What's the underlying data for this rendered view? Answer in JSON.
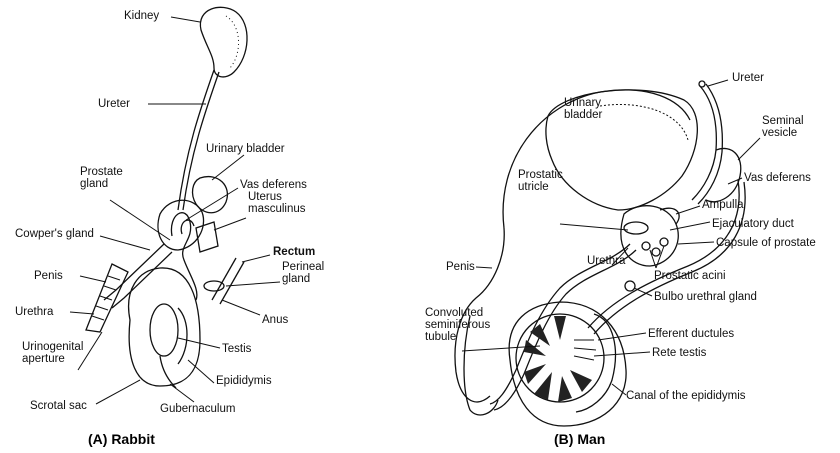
{
  "panel_a": {
    "caption": "(A)  Rabbit",
    "labels": {
      "kidney": "Kidney",
      "ureter": "Ureter",
      "urinary_bladder": "Urinary bladder",
      "prostate_gland": "Prostate\ngland",
      "vas_deferens": "Vas deferens",
      "uterus_masculinus": "Uterus\nmasculinus",
      "cowpers_gland": "Cowper's gland",
      "rectum": "Rectum",
      "penis": "Penis",
      "perineal_gland": "Perineal\ngland",
      "urethra": "Urethra",
      "anus": "Anus",
      "testis": "Testis",
      "urinogenital_aperture": "Urinogenital\naperture",
      "epididymis": "Epididymis",
      "scrotal_sac": "Scrotal sac",
      "gubernaculum": "Gubernaculum"
    }
  },
  "panel_b": {
    "caption": "(B)  Man",
    "labels": {
      "ureter": "Ureter",
      "urinary_bladder": "Urinary\nbladder",
      "seminal_vesicle": "Seminal\nvesicle",
      "vas_deferens": "Vas deferens",
      "prostatic_utricle": "Prostatic\nutricle",
      "ampulla": "Ampulla",
      "ejaculatory_duct": "Ejaculatory duct",
      "capsule_of_prostate": "Capsule of prostate",
      "penis": "Penis",
      "urethra": "Urethra",
      "prostatic_acini": "Prostatic acini",
      "bulbourethral_gland": "Bulbo urethral gland",
      "efferent_ductules": "Efferent ductules",
      "convoluted_seminiferous_tubule": "Convoluted\nseminiferous\ntubule",
      "rete_testis": "Rete testis",
      "canal_of_epididymis": "Canal of the epididymis"
    }
  }
}
